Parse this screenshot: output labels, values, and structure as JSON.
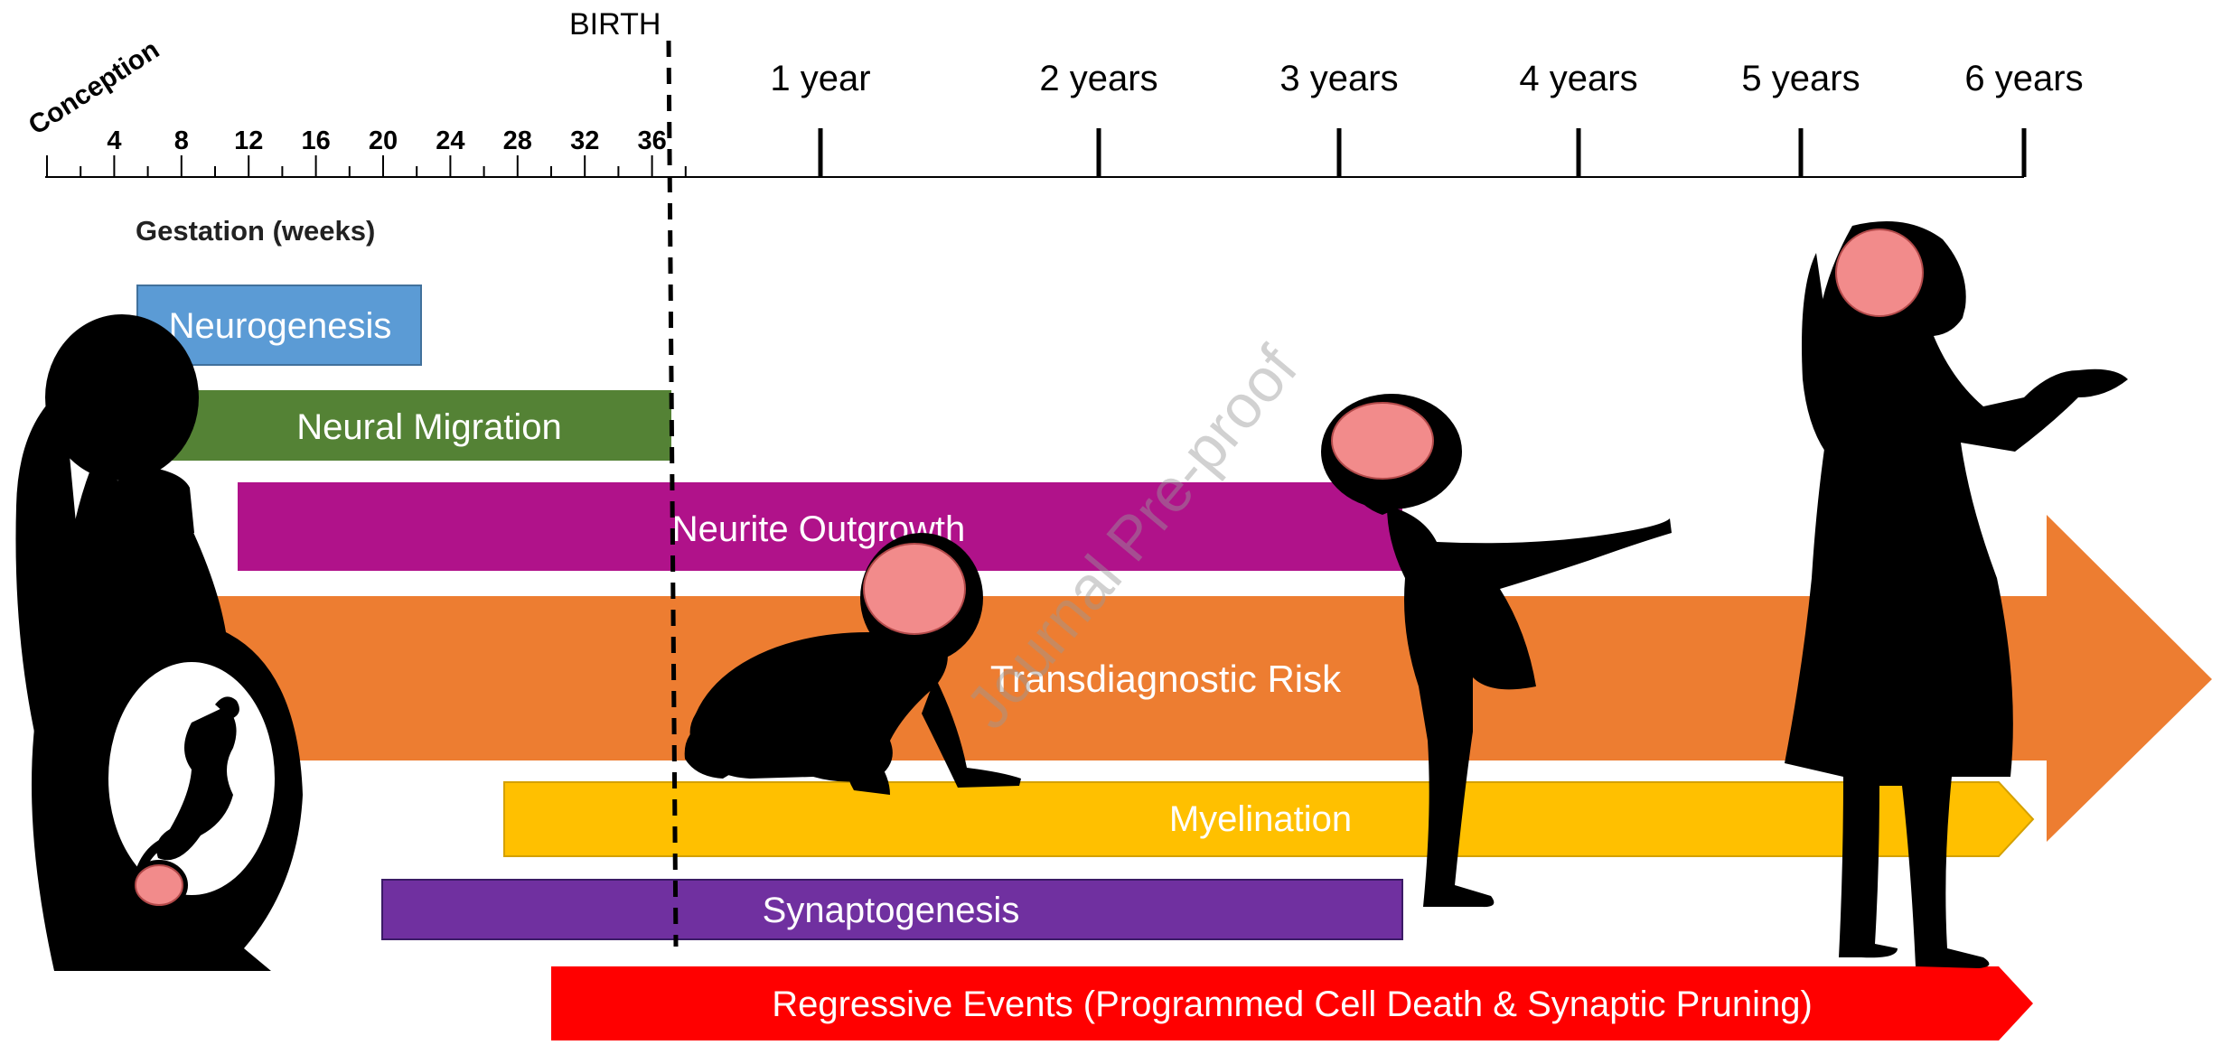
{
  "birth_label": "BIRTH",
  "gestation": {
    "conception_label": "Conception",
    "ticks": [
      "4",
      "8",
      "12",
      "16",
      "20",
      "24",
      "28",
      "32",
      "36"
    ],
    "axis_label": "Gestation (weeks)"
  },
  "postnatal": {
    "ticks": [
      "1 year",
      "2 years",
      "3 years",
      "4 years",
      "5 years",
      "6 years"
    ]
  },
  "processes": {
    "neurogenesis": "Neurogenesis",
    "neural_migration": "Neural Migration",
    "neurite_outgrowth": "Neurite Outgrowth",
    "transdiagnostic_risk": "Transdiagnostic Risk",
    "myelination": "Myelination",
    "synaptogenesis": "Synaptogenesis",
    "regressive_events": "Regressive Events (Programmed Cell Death & Synaptic Pruning)"
  },
  "watermark": "Journal Pre-proof",
  "colors": {
    "neurogenesis": "#5b9bd5",
    "neural_migration": "#548235",
    "neurite_outgrowth": "#b0128a",
    "transdiagnostic_risk": "#ed7d31",
    "myelination": "#ffc000",
    "synaptogenesis": "#7030a0",
    "regressive_events": "#ff0000",
    "brain": "#f28b8b",
    "silhouette": "#000000"
  }
}
